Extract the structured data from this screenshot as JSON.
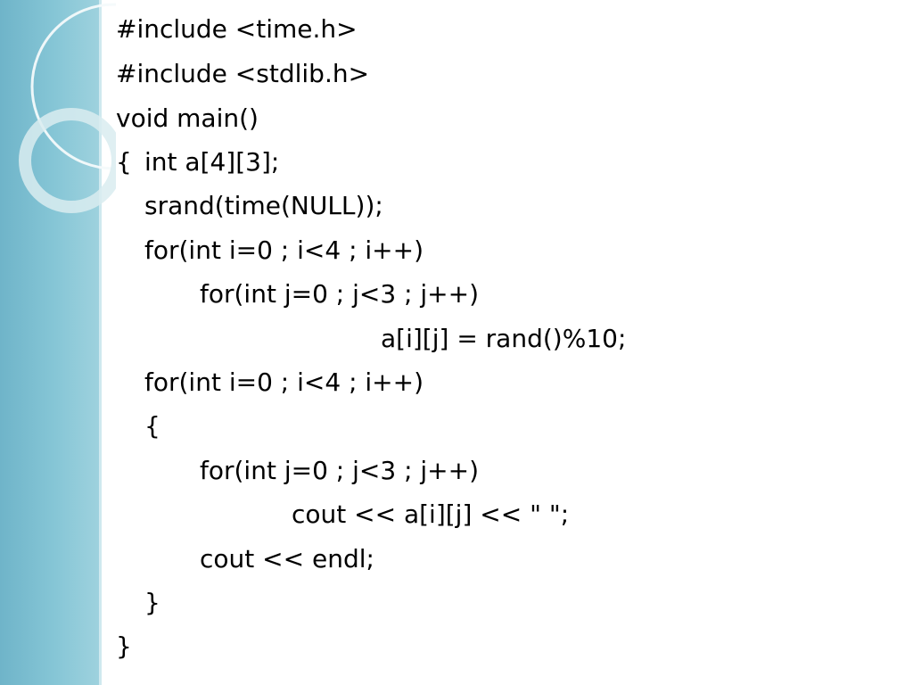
{
  "slide": {
    "code_lines": [
      "#include <time.h>",
      "#include <stdlib.h>",
      "void main()",
      "{",
      "int a[4][3];",
      "srand(time(NULL));",
      "for(int i=0 ; i<4 ; i++)",
      "for(int j=0 ; j<3 ; j++)",
      "a[i][j] = rand()%10;",
      "for(int i=0 ; i<4 ; i++)",
      "{",
      "for(int j=0 ; j<3 ; j++)",
      "cout << a[i][j] << \" \";",
      "cout << endl;",
      "}",
      "}"
    ]
  },
  "colors": {
    "side_panel": "#86c6d6",
    "ring": "#d9ecf0",
    "text": "#000000"
  }
}
